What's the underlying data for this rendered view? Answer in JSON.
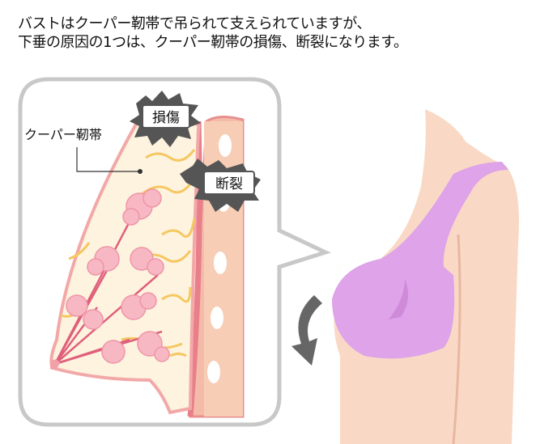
{
  "caption": {
    "line1": "バストはクーパー靭帯で吊られて支えられていますが、",
    "line2": "下垂の原因の1つは、クーパー靭帯の損傷、断裂になります。"
  },
  "labels": {
    "cooper_ligament": "クーパー靭帯",
    "damage": "損傷",
    "rupture": "断裂"
  },
  "colors": {
    "skin": "#f9d9c6",
    "bra": "#dea3e8",
    "tissue": "#fdf3df",
    "gland": "#f7b8c4",
    "ligament": "#f5c760",
    "badge": "#555555"
  }
}
